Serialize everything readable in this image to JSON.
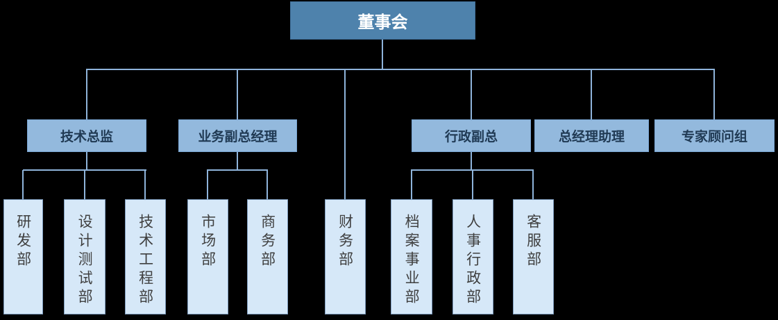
{
  "colors": {
    "canvas_bg": "#000000",
    "root_fill": "#4E82AC",
    "root_border": "#41719C",
    "root_text": "#FFFFFF",
    "branch_fill": "#93B9DD",
    "branch_border": "#7AA6D4",
    "branch_text": "#203A54",
    "leaf_fill": "#D6E8F8",
    "leaf_border": "#7F9DBF",
    "leaf_text": "#3F3F3F",
    "connector": "#8FB4DB"
  },
  "org_chart": {
    "type": "org-tree",
    "root": {
      "label": "董事会"
    },
    "managers": [
      {
        "label": "技术总监",
        "children": [
          "研发部",
          "设计测试部",
          "技术工程部"
        ]
      },
      {
        "label": "业务副总经理",
        "children": [
          "市场部",
          "商务部"
        ]
      },
      {
        "label": "行政副总",
        "children": [
          "档案事业部",
          "人事行政部",
          "客服部"
        ]
      },
      {
        "label": "总经理助理",
        "children": []
      },
      {
        "label": "专家顾问组",
        "children": []
      }
    ],
    "direct_departments": [
      {
        "label": "财务部"
      }
    ]
  }
}
